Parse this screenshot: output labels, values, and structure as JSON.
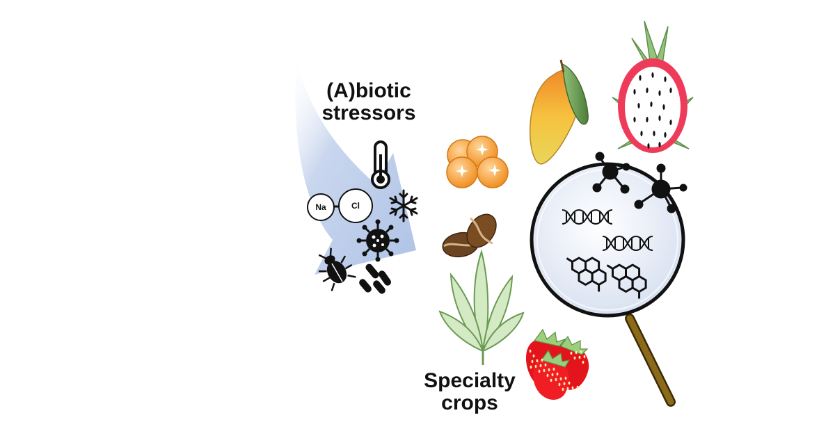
{
  "labels": {
    "stressors_line1": "(A)biotic",
    "stressors_line2": "stressors",
    "crops_line1": "Specialty",
    "crops_line2": "crops"
  },
  "ions": {
    "left": "Na",
    "right": "Cl"
  },
  "icons": [
    "stress-arrow-icon",
    "thermometer-icon",
    "snowflake-icon",
    "virus-icon",
    "beetle-icon",
    "bacteria-icon",
    "salt-ion-icon",
    "mango-icon",
    "dragon-fruit-icon",
    "orange-berries-icon",
    "coffee-beans-icon",
    "hemp-leaf-icon",
    "strawberry-icon",
    "magnifying-glass-icon",
    "molecule-icon",
    "dna-icon",
    "polycyclic-compound-icon"
  ],
  "colors": {
    "arrow": "#b4c7e7",
    "lens": "#e6ecf6",
    "handle": "#8b6a1a",
    "mango": "#f2b23a",
    "dragon_fruit": "#ef3b5a",
    "strawberry": "#e3141c",
    "hemp": "#c5e3b3",
    "coffee": "#6b4421",
    "berries": "#f5a13a"
  }
}
